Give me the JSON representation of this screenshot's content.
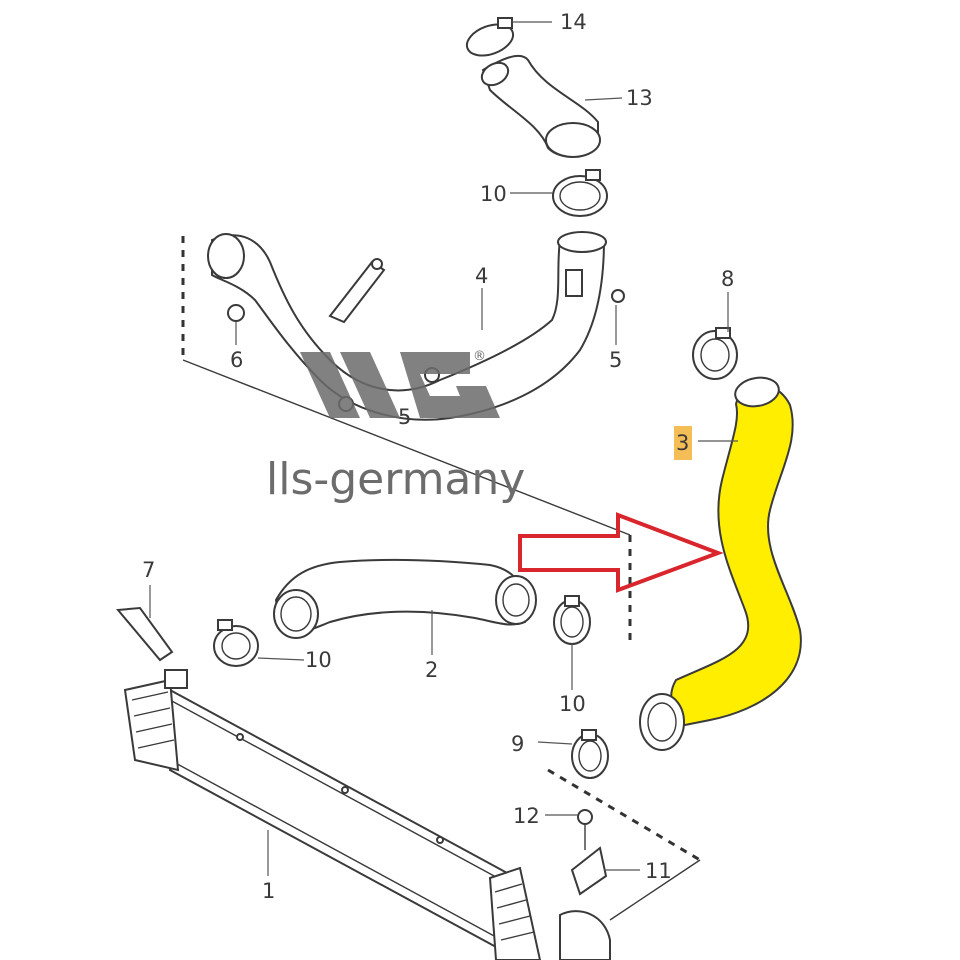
{
  "diagram": {
    "callouts": {
      "c1": "1",
      "c2": "2",
      "c3": "3",
      "c4": "4",
      "c5a": "5",
      "c5b": "5",
      "c6": "6",
      "c7": "7",
      "c8": "8",
      "c9": "9",
      "c10a": "10",
      "c10b": "10",
      "c10c": "10",
      "c11": "11",
      "c12": "12",
      "c13": "13",
      "c14": "14"
    },
    "watermark": {
      "text": "lls-germany",
      "registered": "®"
    },
    "colors": {
      "highlight": "#ffee00",
      "arrow": "#d8262c",
      "callout_box": "#f3b237",
      "line": "#3a3a3a"
    }
  }
}
